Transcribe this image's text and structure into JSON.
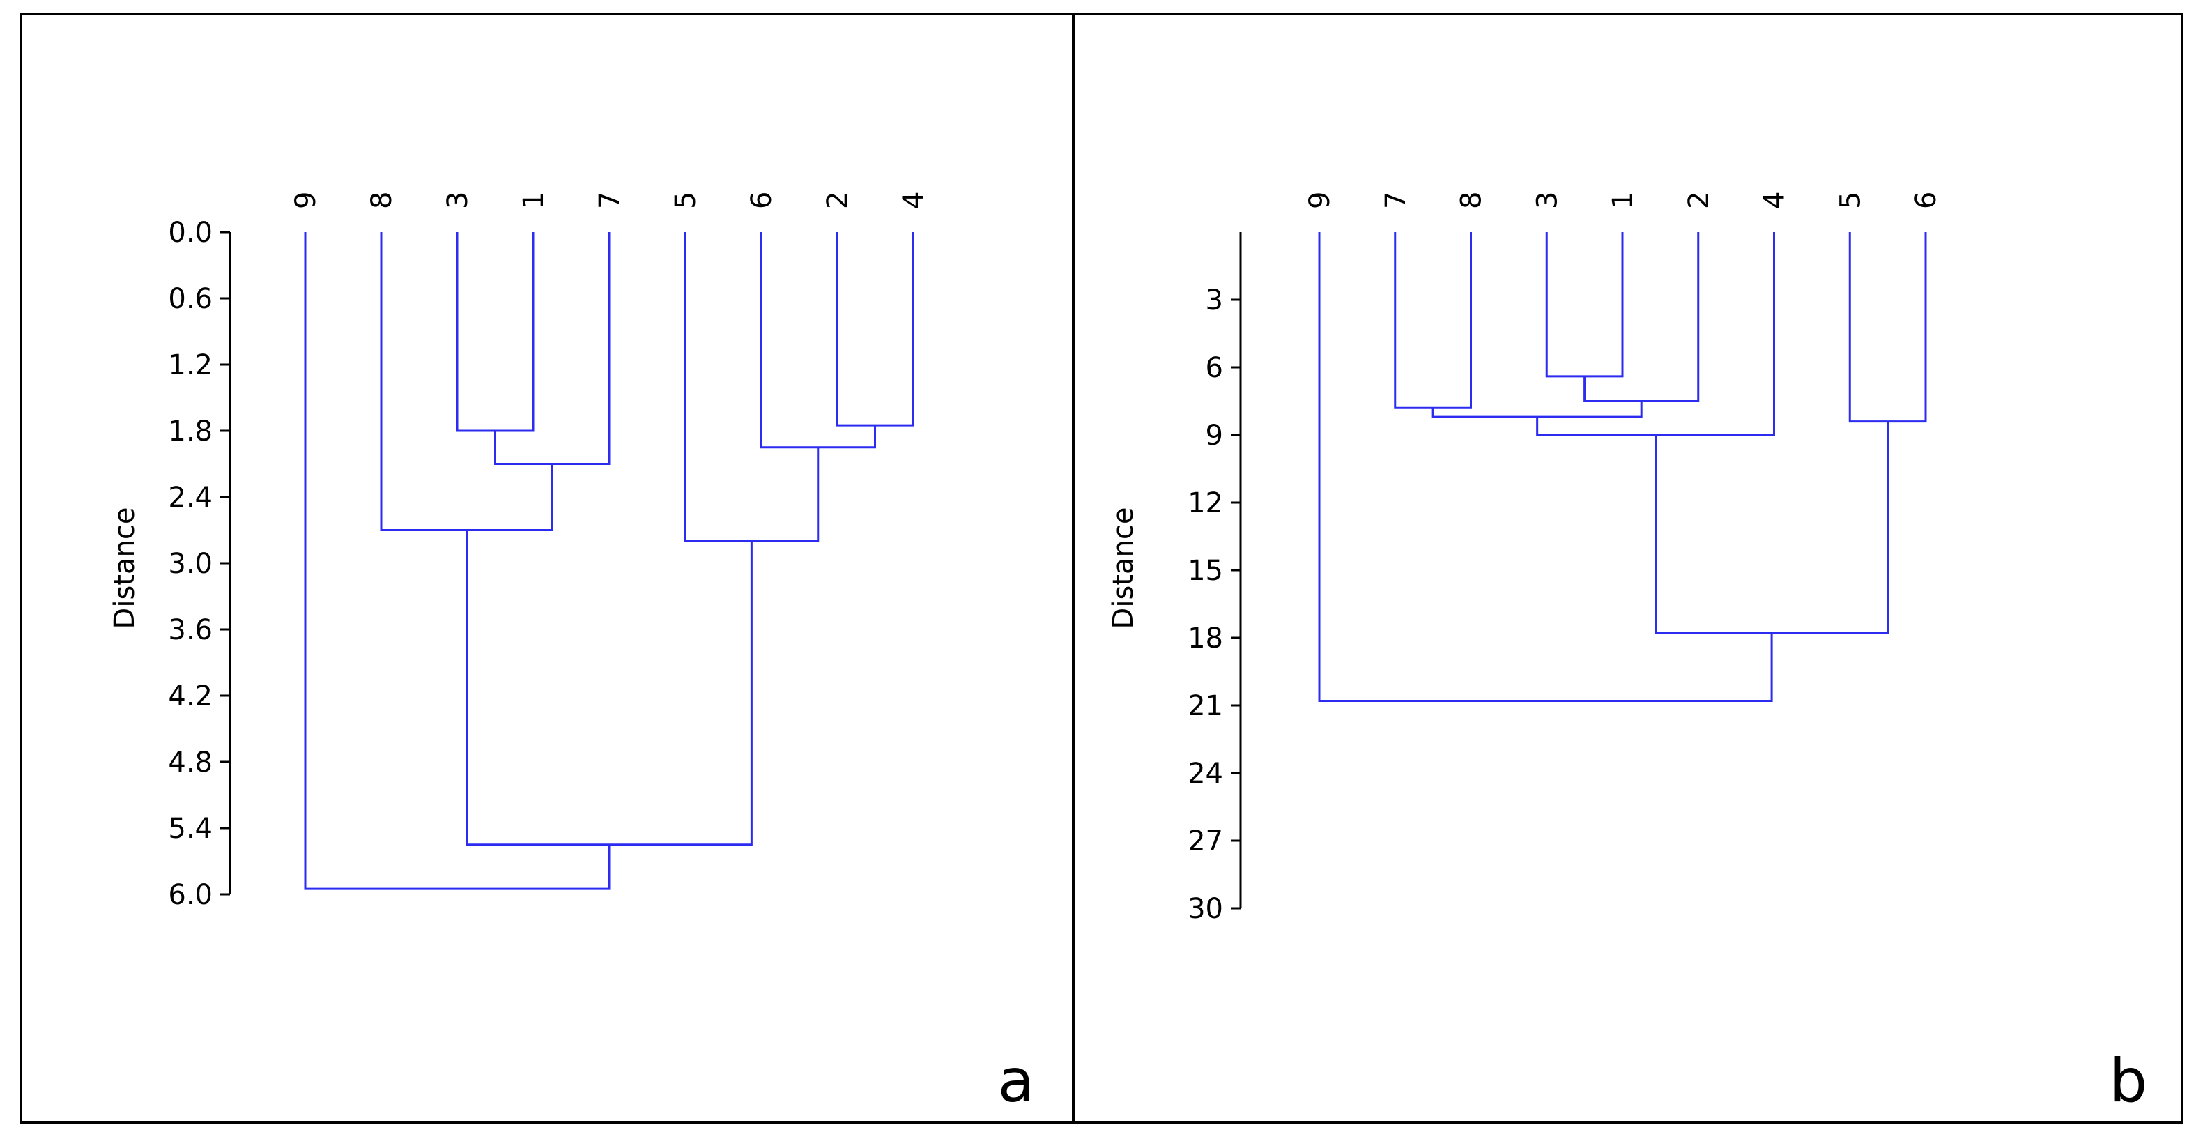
{
  "chart_data": [
    {
      "type": "dendrogram",
      "panel_label": "a",
      "ylabel": "Distance",
      "ylim": [
        0,
        6.0
      ],
      "y_ticks": [
        "0.0",
        "0.6",
        "1.2",
        "1.8",
        "2.4",
        "3.0",
        "3.6",
        "4.2",
        "4.8",
        "5.4",
        "6.0"
      ],
      "leaves": [
        "9",
        "8",
        "3",
        "1",
        "7",
        "5",
        "6",
        "2",
        "4"
      ],
      "merges": [
        {
          "left": "3",
          "right": "1",
          "height": 1.8
        },
        {
          "left": "2",
          "right": "4",
          "height": 1.75
        },
        {
          "left": "3+1",
          "right": "7",
          "height": 2.1
        },
        {
          "left": "6",
          "right": "2+4",
          "height": 1.95
        },
        {
          "left": "8",
          "right": "3+1+7",
          "height": 2.7
        },
        {
          "left": "5",
          "right": "6+2+4",
          "height": 2.8
        },
        {
          "left": "8+3+1+7",
          "right": "5+6+2+4",
          "height": 5.55
        },
        {
          "left": "9",
          "right": "rest",
          "height": 5.95
        }
      ]
    },
    {
      "type": "dendrogram",
      "panel_label": "b",
      "ylabel": "Distance",
      "ylim": [
        0,
        30
      ],
      "y_ticks": [
        "3",
        "6",
        "9",
        "12",
        "15",
        "18",
        "21",
        "24",
        "27",
        "30"
      ],
      "leaves": [
        "9",
        "7",
        "8",
        "3",
        "1",
        "2",
        "4",
        "5",
        "6"
      ],
      "merges": [
        {
          "left": "3",
          "right": "1",
          "height": 6.4
        },
        {
          "left": "3+1",
          "right": "2",
          "height": 7.5
        },
        {
          "left": "7",
          "right": "8",
          "height": 7.8
        },
        {
          "left": "7+8",
          "right": "3+1+2",
          "height": 8.2
        },
        {
          "left": "5",
          "right": "6",
          "height": 8.4
        },
        {
          "left": "7+8+3+1+2",
          "right": "4",
          "height": 9.0
        },
        {
          "left": "7+8+3+1+2+4",
          "right": "5+6",
          "height": 17.8
        },
        {
          "left": "9",
          "right": "rest",
          "height": 20.8
        }
      ]
    }
  ]
}
